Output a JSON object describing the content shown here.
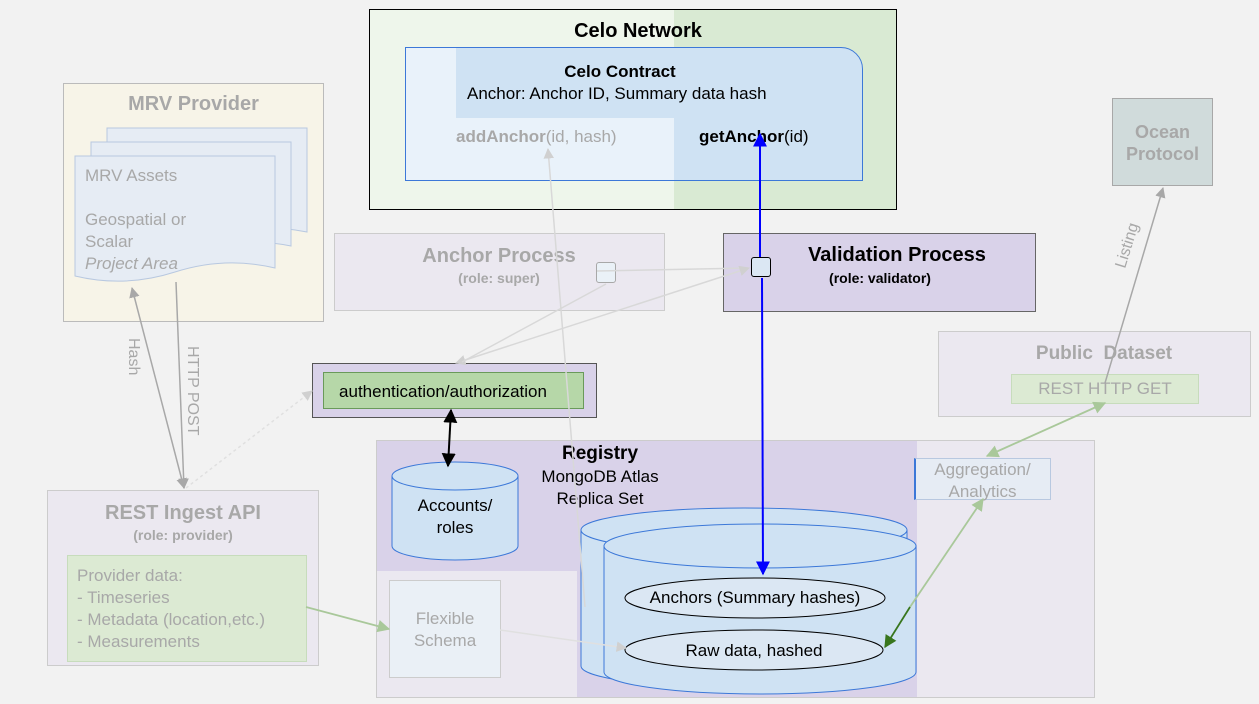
{
  "celo_network": {
    "title": "Celo Network",
    "contract_title": "Celo Contract",
    "contract_desc": "Anchor: Anchor ID, Summary data hash",
    "add_anchor_bold": "addAnchor",
    "add_anchor_args": "(id, hash)",
    "get_anchor_bold": "getAnchor",
    "get_anchor_args": "(id)"
  },
  "mrv_provider": {
    "title": "MRV Provider",
    "assets_line1": "MRV Assets",
    "assets_line2": "Geospatial or",
    "assets_line3": "Scalar",
    "assets_line4": "Project Area"
  },
  "ocean_protocol": {
    "line1": "Ocean",
    "line2": "Protocol"
  },
  "anchor_process": {
    "title": "Anchor Process",
    "role": "(role: super)"
  },
  "validation_process": {
    "title": "Validation Process",
    "role": "(role: validator)"
  },
  "auth": {
    "label": "authentication/authorization"
  },
  "public_dataset": {
    "title": "Public  Dataset",
    "rest_get": "REST HTTP GET"
  },
  "registry": {
    "title": "Registry",
    "line1": "MongoDB Atlas",
    "line2": "Replica Set",
    "accounts_line1": "Accounts/",
    "accounts_line2": "roles",
    "aggregation_line1": "Aggregation/",
    "aggregation_line2": "Analytics",
    "flexible_line1": "Flexible",
    "flexible_line2": "Schema",
    "anchors_label": "Anchors (Summary hashes)",
    "raw_label": "Raw data, hashed"
  },
  "rest_ingest": {
    "title": "REST Ingest API",
    "role": "(role: provider)",
    "data_line1": "Provider data:",
    "data_line2": "- Timeseries",
    "data_line3": "- Metadata (location,etc.)",
    "data_line4": "- Measurements"
  },
  "edge_labels": {
    "hash": "Hash",
    "http_post": "HTTP POST",
    "listing": "Listing"
  },
  "colors": {
    "celo_green": "#d9ead3",
    "contract_blue": "#cfe2f3",
    "purple": "#d9d2e9",
    "auth_green": "#b6d7a8",
    "validation_arrow": "#0000ff"
  }
}
